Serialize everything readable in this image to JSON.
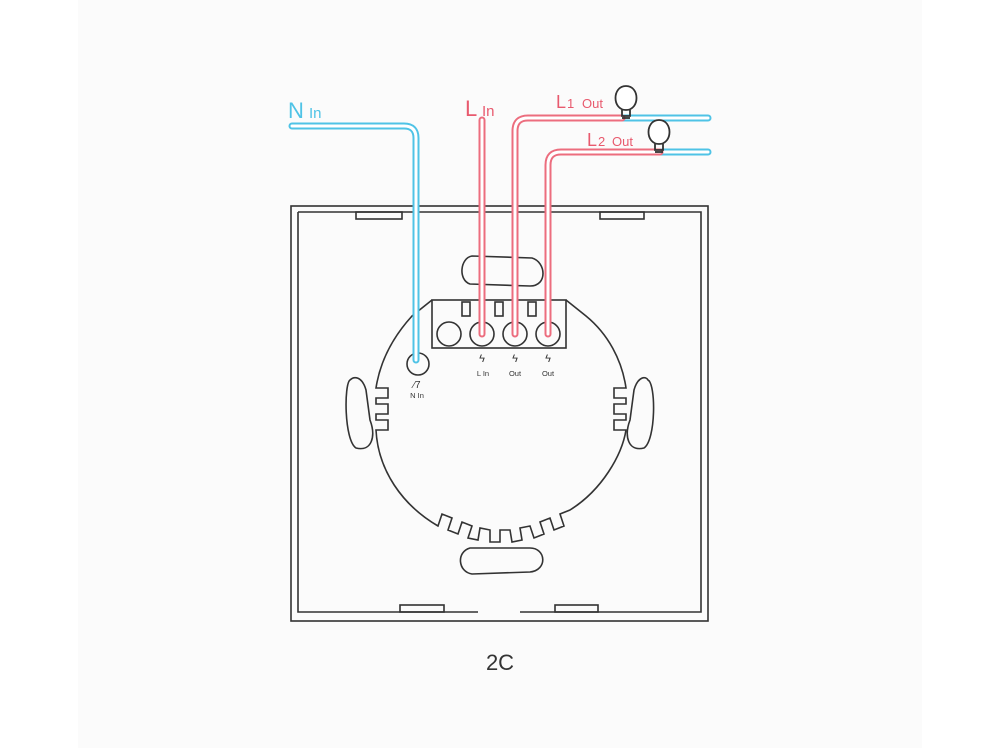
{
  "labels": {
    "n_in_main": "N",
    "n_in_sub": "In",
    "l_in_main": "L",
    "l_in_sub": "In",
    "l1_out_main": "L",
    "l1_out_num": "1",
    "l1_out_sub": "Out",
    "l2_out_main": "L",
    "l2_out_num": "2",
    "l2_out_sub": "Out"
  },
  "terminals": {
    "n_in": "N In",
    "l_in": "L In",
    "out1": "Out",
    "out2": "Out"
  },
  "caption": "2C",
  "colors": {
    "neutral": "#4fc3e6",
    "live": "#e85a6e",
    "outline": "#333333"
  },
  "icons": [
    "bulb-icon",
    "bulb-icon"
  ]
}
